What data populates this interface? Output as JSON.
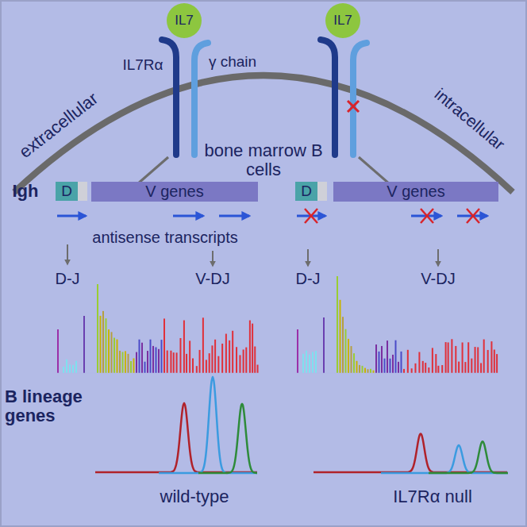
{
  "diagram": {
    "nodes": [
      {
        "text": [
          "IL7"
        ]
      },
      {
        "text": [
          "IL7"
        ]
      },
      {
        "text": [
          "D"
        ]
      },
      {
        "text": [
          "V genes"
        ]
      },
      {
        "text": [
          "D"
        ]
      },
      {
        "text": [
          "V genes"
        ]
      }
    ],
    "labels": [
      "IL7Rα",
      "γ chain",
      "extracellular",
      "intracellular",
      "bone marrow B cells",
      "Igh",
      "antisense transcripts",
      "D-J",
      "V-DJ",
      "D-J",
      "V-DJ",
      "B lineage genes",
      "wild-type",
      "IL7Rα null"
    ]
  }
}
